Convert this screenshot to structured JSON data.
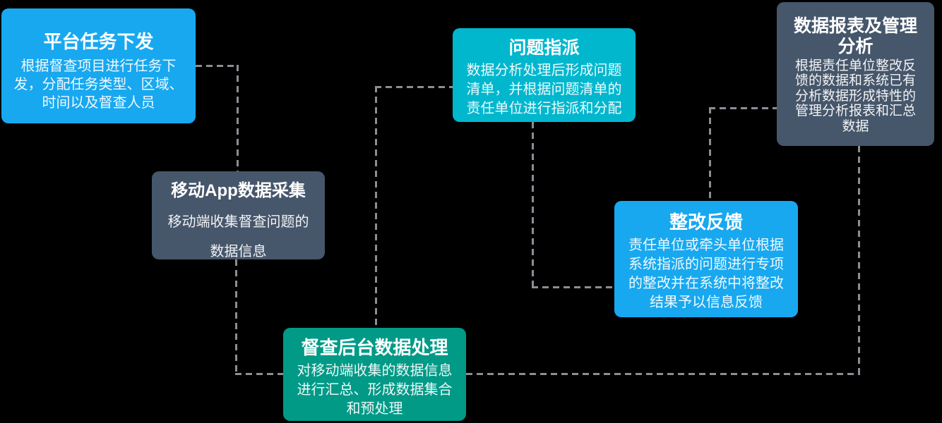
{
  "diagram": {
    "background_color": "#000000",
    "connector_color": "#8a8f96",
    "connector_style": "dashed",
    "boxes": [
      {
        "id": "platform-task-dispatch",
        "title": "平台任务下发",
        "description": "根据督查项目进行任务下发，分配任务类型、区域、时间以及督查人员",
        "color": "#18a8f0"
      },
      {
        "id": "mobile-app-data-collection",
        "title": "移动App数据采集",
        "description": "移动端收集督查问题的数据信息",
        "color": "#46566b"
      },
      {
        "id": "issue-assignment",
        "title": "问题指派",
        "description": "数据分析处理后形成问题清单，并根据问题清单的责任单位进行指派和分配",
        "color": "#00b7ce"
      },
      {
        "id": "supervision-backend-processing",
        "title": "督查后台数据处理",
        "description": "对移动端收集的数据信息进行汇总、形成数据集合和预处理",
        "color": "#009a87"
      },
      {
        "id": "rectification-feedback",
        "title": "整改反馈",
        "description": "责任单位或牵头单位根据系统指派的问题进行专项的整改并在系统中将整改结果予以信息反馈",
        "color": "#18a8f0"
      },
      {
        "id": "data-report-management-analysis",
        "title": "数据报表及管理分析",
        "description": "根据责任单位整改反馈的数据和系统已有分析数据形成特性的管理分析报表和汇总数据",
        "color": "#46566b"
      }
    ],
    "connections": [
      {
        "from": "platform-task-dispatch",
        "to": "mobile-app-data-collection"
      },
      {
        "from": "mobile-app-data-collection",
        "to": "supervision-backend-processing"
      },
      {
        "from": "supervision-backend-processing",
        "to": "issue-assignment"
      },
      {
        "from": "issue-assignment",
        "to": "rectification-feedback"
      },
      {
        "from": "rectification-feedback",
        "to": "data-report-management-analysis"
      },
      {
        "from": "data-report-management-analysis",
        "to": "supervision-backend-processing"
      }
    ]
  }
}
